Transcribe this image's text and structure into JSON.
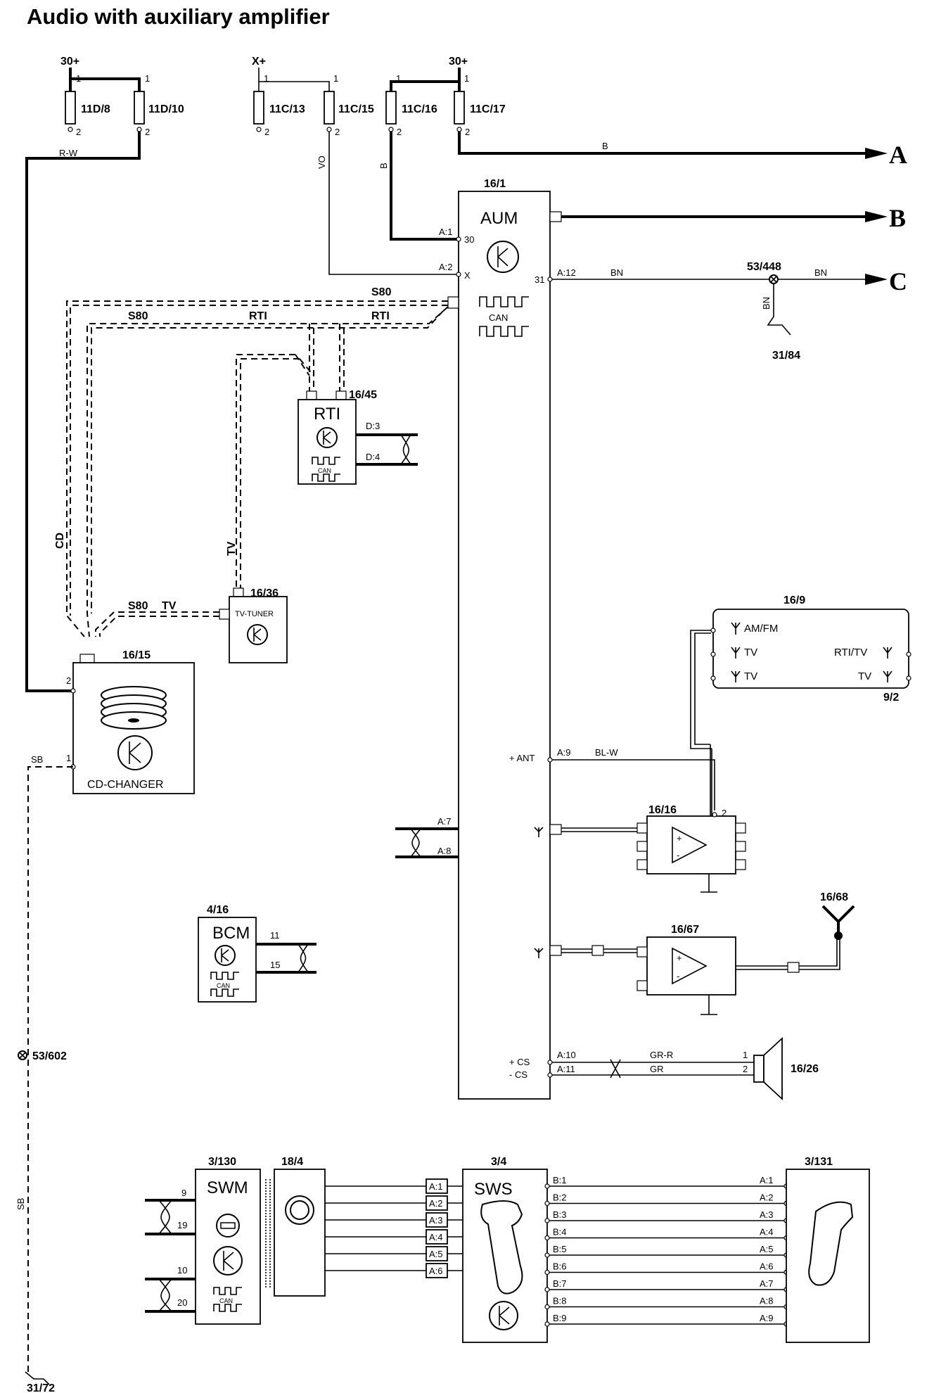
{
  "title": "Audio with auxiliary amplifier",
  "supplies": {
    "s30a": "30+",
    "sx": "X+",
    "s30b": "30+"
  },
  "fuses": [
    {
      "label": "11D/8"
    },
    {
      "label": "11D/10"
    },
    {
      "label": "11C/13"
    },
    {
      "label": "11C/15"
    },
    {
      "label": "11C/16"
    },
    {
      "label": "11C/17"
    }
  ],
  "pins": {
    "p1": "1",
    "p2": "2",
    "p9": "9",
    "p19": "19",
    "p10": "10",
    "p20": "20",
    "p11": "11",
    "p15": "15",
    "p30": "30",
    "p31": "31",
    "px": "X"
  },
  "wires": {
    "rw": "R-W",
    "vo": "VO",
    "b": "B",
    "bn": "BN",
    "blw": "BL-W",
    "grr": "GR-R",
    "gr": "GR",
    "sb": "SB",
    "s80": "S80",
    "rti": "RTI",
    "cd": "CD",
    "tv": "TV"
  },
  "arrows": {
    "a": "A",
    "b": "B",
    "c": "C"
  },
  "aum": {
    "id": "16/1",
    "name": "AUM",
    "can": "CAN",
    "ant": "+ ANT",
    "cs_plus": "+ CS",
    "cs_minus": "- CS"
  },
  "aum_pins": {
    "a1": "A:1",
    "a2": "A:2",
    "a12": "A:12",
    "a9": "A:9",
    "a7": "A:7",
    "a8": "A:8",
    "a10": "A:10",
    "a11": "A:11"
  },
  "rti": {
    "id": "16/45",
    "name": "RTI",
    "can": "CAN",
    "d3": "D:3",
    "d4": "D:4"
  },
  "tvtuner": {
    "id": "16/36",
    "name": "TV-TUNER"
  },
  "cdchanger": {
    "id": "16/15",
    "name": "CD-CHANGER"
  },
  "antenna": {
    "id": "16/9",
    "amfm": "AM/FM",
    "tv": "TV",
    "rtitv": "RTI/TV",
    "sub": "9/2"
  },
  "amp1": {
    "id": "16/16"
  },
  "amp2": {
    "id": "16/67"
  },
  "ant68": {
    "id": "16/68"
  },
  "bcm": {
    "id": "4/16",
    "name": "BCM",
    "can": "CAN"
  },
  "speaker": {
    "id": "16/26"
  },
  "grounds": {
    "g1": "53/448",
    "g2": "31/84",
    "g3": "53/602",
    "g4": "31/72"
  },
  "swm": {
    "id": "3/130",
    "name": "SWM",
    "can": "CAN"
  },
  "clock": {
    "id": "18/4"
  },
  "sws": {
    "id": "3/4",
    "name": "SWS"
  },
  "m3131": {
    "id": "3/131"
  },
  "conn_a": [
    "A:1",
    "A:2",
    "A:3",
    "A:4",
    "A:5",
    "A:6"
  ],
  "conn_b": [
    "B:1",
    "B:2",
    "B:3",
    "B:4",
    "B:5",
    "B:6",
    "B:7",
    "B:8",
    "B:9"
  ],
  "conn_a9": [
    "A:1",
    "A:2",
    "A:3",
    "A:4",
    "A:5",
    "A:6",
    "A:7",
    "A:8",
    "A:9"
  ]
}
